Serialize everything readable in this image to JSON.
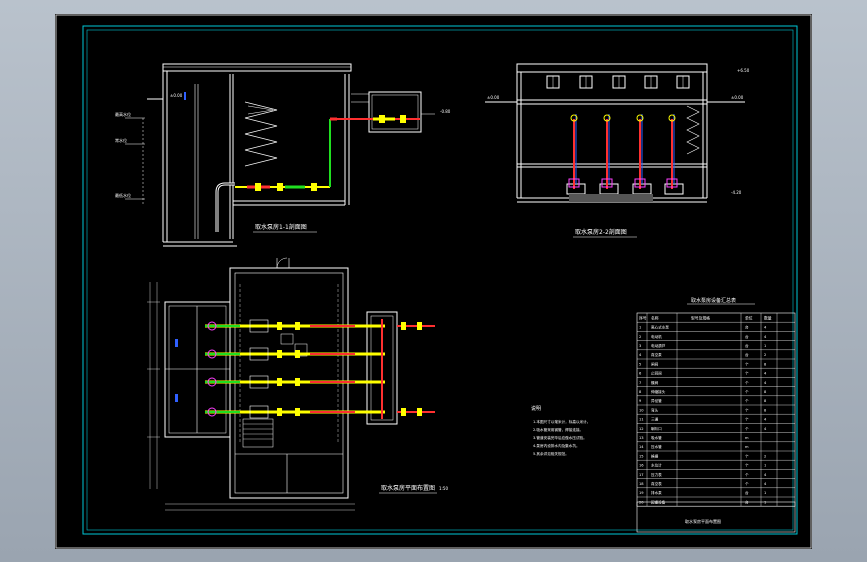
{
  "drawing": {
    "section_1_title": "取水泵房1-1剖面图",
    "section_2_title": "取水泵房2-2剖面图",
    "plan_title": "取水泵房平面布置图",
    "plan_scale": "1:50",
    "table_title": "取水泵房设备汇总表",
    "table_headers": [
      "序号",
      "名称",
      "型号及规格",
      "单位",
      "数量"
    ],
    "table_rows": [
      [
        "1",
        "离心式水泵",
        "",
        "台",
        "4"
      ],
      [
        "2",
        "电动机",
        "",
        "台",
        "4"
      ],
      [
        "3",
        "电动葫芦",
        "",
        "台",
        "1"
      ],
      [
        "4",
        "真空泵",
        "",
        "台",
        "2"
      ],
      [
        "5",
        "闸阀",
        "",
        "个",
        "8"
      ],
      [
        "6",
        "止回阀",
        "",
        "个",
        "4"
      ],
      [
        "7",
        "蝶阀",
        "",
        "个",
        "4"
      ],
      [
        "8",
        "伸缩接头",
        "",
        "个",
        "8"
      ],
      [
        "9",
        "异径管",
        "",
        "个",
        "8"
      ],
      [
        "10",
        "弯头",
        "",
        "个",
        "8"
      ],
      [
        "11",
        "三通",
        "",
        "个",
        "4"
      ],
      [
        "12",
        "喇叭口",
        "",
        "个",
        "4"
      ],
      [
        "13",
        "吸水管",
        "",
        "m",
        ""
      ],
      [
        "14",
        "压水管",
        "",
        "m",
        ""
      ],
      [
        "15",
        "格栅",
        "",
        "个",
        "2"
      ],
      [
        "16",
        "水位计",
        "",
        "个",
        "1"
      ],
      [
        "17",
        "压力表",
        "",
        "个",
        "4"
      ],
      [
        "18",
        "真空表",
        "",
        "个",
        "4"
      ],
      [
        "19",
        "排水泵",
        "",
        "台",
        "1"
      ],
      [
        "20",
        "起重设备",
        "",
        "台",
        "1"
      ]
    ],
    "notes_title": "说明",
    "notes": [
      "1.本图尺寸以毫米计，标高以米计。",
      "2.吸水管采用钢管，焊接连接。",
      "3.管道安装完毕后应做水压试验。",
      "4.泵房内设排水沟及集水坑。",
      "5.其余详见相关规范。"
    ],
    "title_block": "取水泵房平面布置图"
  },
  "colors": {
    "paper": "#000000",
    "frame": "#00c8d8",
    "wall": "#ffffff",
    "pipe_red": "#ff3030",
    "pipe_green": "#20e020",
    "pipe_yellow": "#ffff00",
    "pipe_blue": "#3060ff",
    "pipe_magenta": "#ff40ff"
  }
}
